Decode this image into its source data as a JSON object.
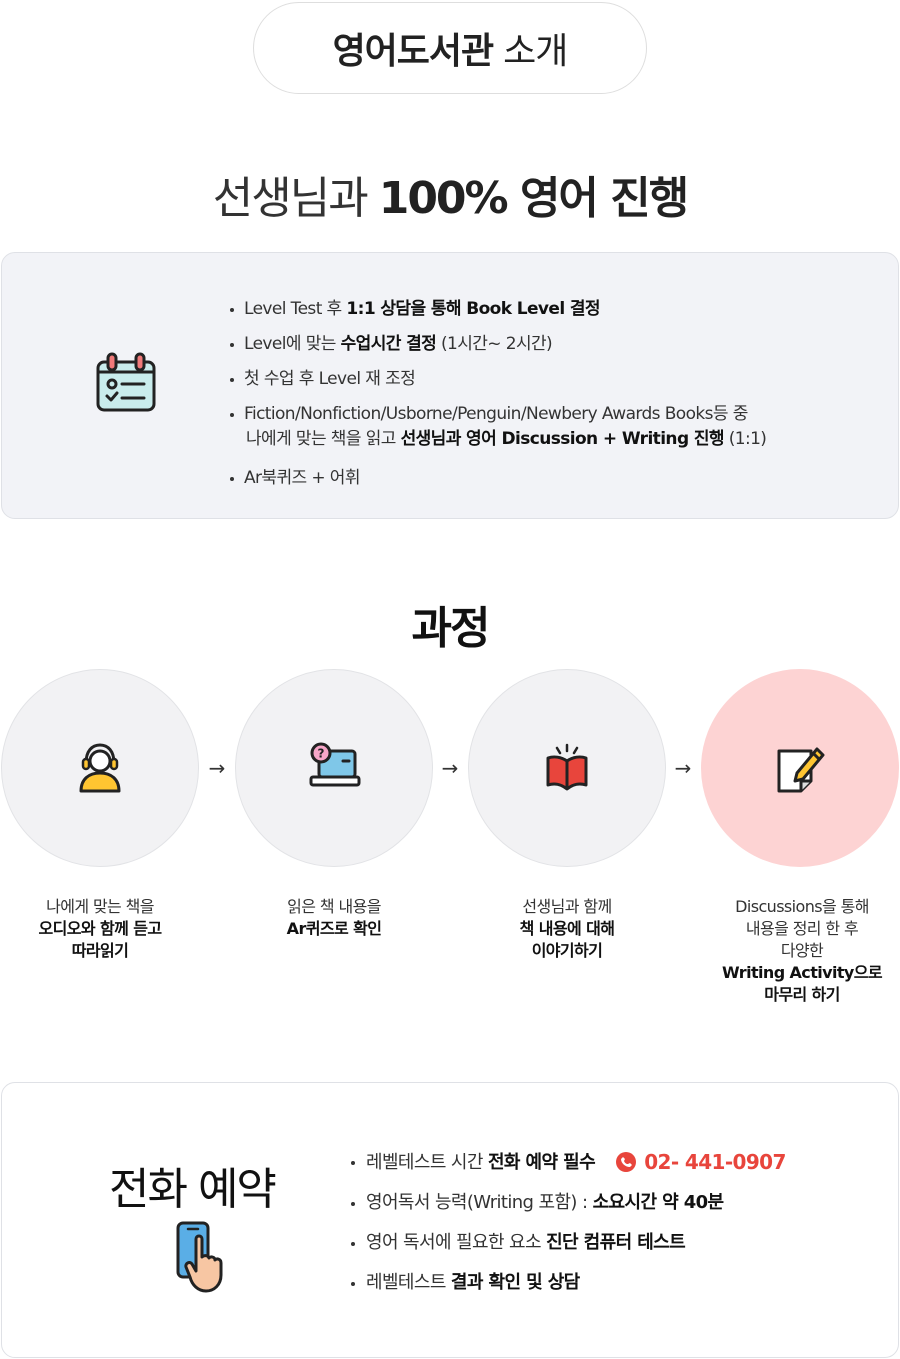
{
  "header": {
    "title_bold": "영어도서관",
    "title_light": "소개"
  },
  "intro": {
    "light": "선생님과",
    "bold": "100% 영어 진행"
  },
  "info": {
    "items": [
      {
        "a": "Level Test 후 ",
        "b": "1:1 상담을 통해 Book Level 결정",
        "c": ""
      },
      {
        "a": "Level에 맞는 ",
        "b": "수업시간 결정",
        "c": " (1시간~ 2시간)"
      },
      {
        "a": "첫 수업 후 Level 재 조정",
        "b": "",
        "c": ""
      },
      {
        "a": "Fiction/Nonfiction/Usborne/Penguin/Newbery Awards Books등 중",
        "a2": "나에게 맞는 책을 읽고 ",
        "b": "선생님과 영어 Discussion + Writing 진행",
        "c": " (1:1)"
      },
      {
        "a": "Ar북퀴즈 + 어휘",
        "b": "",
        "c": ""
      }
    ],
    "icon": "calendar-checklist-icon"
  },
  "process": {
    "title": "과정",
    "arrow": "→",
    "steps": [
      {
        "icon": "headset-user-icon",
        "line1": "나에게 맞는 책을",
        "bold1": "오디오와 함께 듣고",
        "bold2": "따라읽기"
      },
      {
        "icon": "laptop-question-icon",
        "line1": "읽은 책 내용을",
        "bold1": "Ar퀴즈로 확인",
        "bold2": ""
      },
      {
        "icon": "open-book-icon",
        "line1": "선생님과 함께",
        "bold1": "책 내용에 대해",
        "bold2": "이야기하기"
      },
      {
        "icon": "note-pencil-icon",
        "line1": "Discussions을 통해",
        "line2": "내용을 정리 한 후",
        "line3": "다양한",
        "bold1": "Writing Activity으로",
        "bold2": "마무리 하기"
      }
    ]
  },
  "reservation": {
    "title": "전화 예약",
    "icon": "phone-tap-icon",
    "items": [
      {
        "a": "레벨테스트 시간 ",
        "red": "전화 예약 필수",
        "phone": "02- 441-0907"
      },
      {
        "a": "영어독서 능력(Writing 포함) : ",
        "b": "소요시간 약 40분"
      },
      {
        "a": "영어 독서에 필요한 요소 ",
        "b": "진단 컴퓨터 테스트"
      },
      {
        "a": "레벨테스트 ",
        "b": "결과 확인 및 상담"
      }
    ]
  },
  "colors": {
    "accent_red": "#e8453c",
    "box_gray": "#f2f3f7",
    "pink_circle": "#fdd3d3"
  }
}
